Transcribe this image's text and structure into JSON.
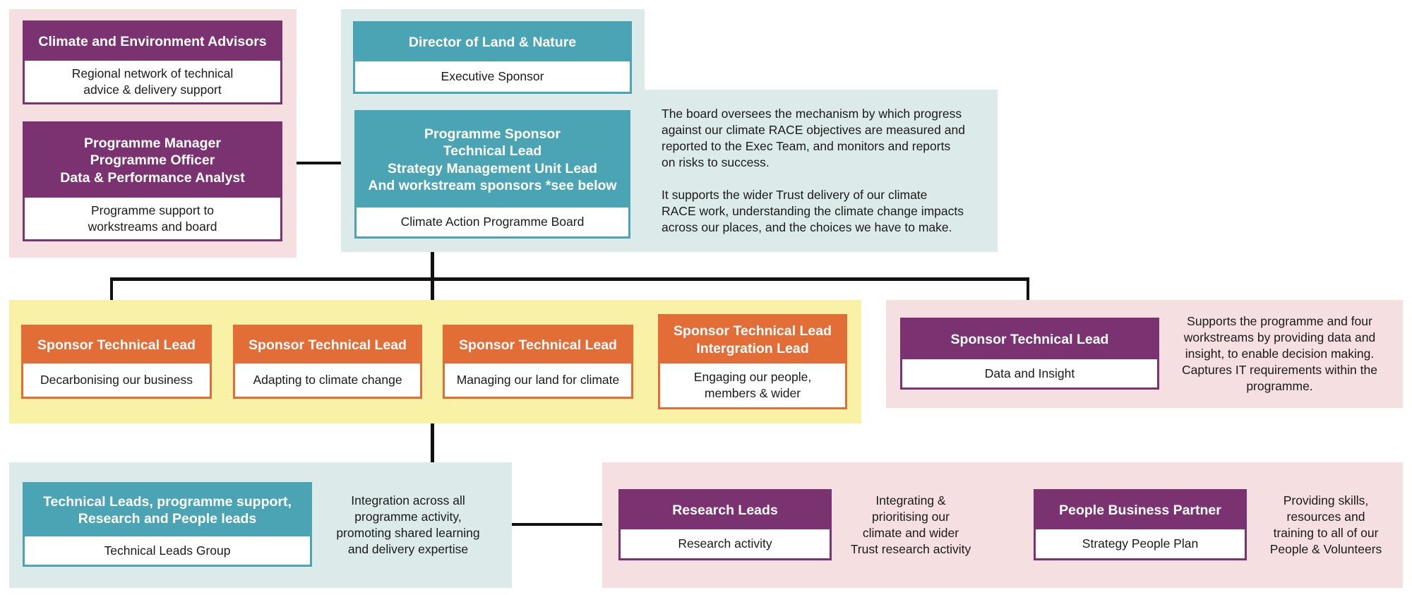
{
  "advisors": {
    "title": "Climate and Environment Advisors",
    "desc": "Regional network of technical\nadvice & delivery support"
  },
  "programme_team": {
    "title": "Programme Manager\nProgramme Officer\nData & Performance Analyst",
    "desc": "Programme support to\nworkstreams and board"
  },
  "director": {
    "title": "Director of Land & Nature",
    "desc": "Executive Sponsor"
  },
  "board": {
    "title": "Programme Sponsor\nTechnical Lead\nStrategy Management Unit Lead\nAnd workstream sponsors *see below",
    "desc": "Climate Action Programme Board",
    "note1": "The board oversees the mechanism by which progress\nagainst our climate RACE objectives are measured and\nreported to the Exec Team, and monitors and reports\non risks to success.",
    "note2": "It supports the wider Trust delivery of our climate\nRACE work, understanding the climate change impacts\nacross our places, and the choices we have to make."
  },
  "workstreams": [
    {
      "title": "Sponsor Technical Lead",
      "desc": "Decarbonising our business"
    },
    {
      "title": "Sponsor Technical Lead",
      "desc": "Adapting to climate change"
    },
    {
      "title": "Sponsor Technical Lead",
      "desc": "Managing our land for climate"
    },
    {
      "title": "Sponsor Technical Lead\nIntergration Lead",
      "desc": "Engaging our people,\nmembers & wider"
    }
  ],
  "data_insight": {
    "title": "Sponsor Technical Lead",
    "desc": "Data and Insight",
    "note": "Supports the programme and four\nworkstreams by providing data and\ninsight, to enable decision making.\nCaptures IT requirements within the\nprogramme."
  },
  "technical_leads": {
    "title": "Technical Leads, programme support,\nResearch and People leads",
    "desc": "Technical Leads Group",
    "note": "Integration across all\nprogramme activity,\npromoting shared learning\nand delivery expertise"
  },
  "research": {
    "title": "Research Leads",
    "desc": "Research activity",
    "note": "Integrating &\nprioritising our\nclimate and wider\nTrust research activity"
  },
  "people": {
    "title": "People Business Partner",
    "desc": "Strategy People Plan",
    "note": "Providing skills,\nresources and\ntraining to all of our\nPeople & Volunteers"
  },
  "colors": {
    "purple": "#7b3270",
    "teal": "#4ba4b3",
    "orange": "#e26d37",
    "pink_bg": "#f6dfe0",
    "teal_bg": "#dcebea",
    "yellow_bg": "#f9f1a5"
  }
}
